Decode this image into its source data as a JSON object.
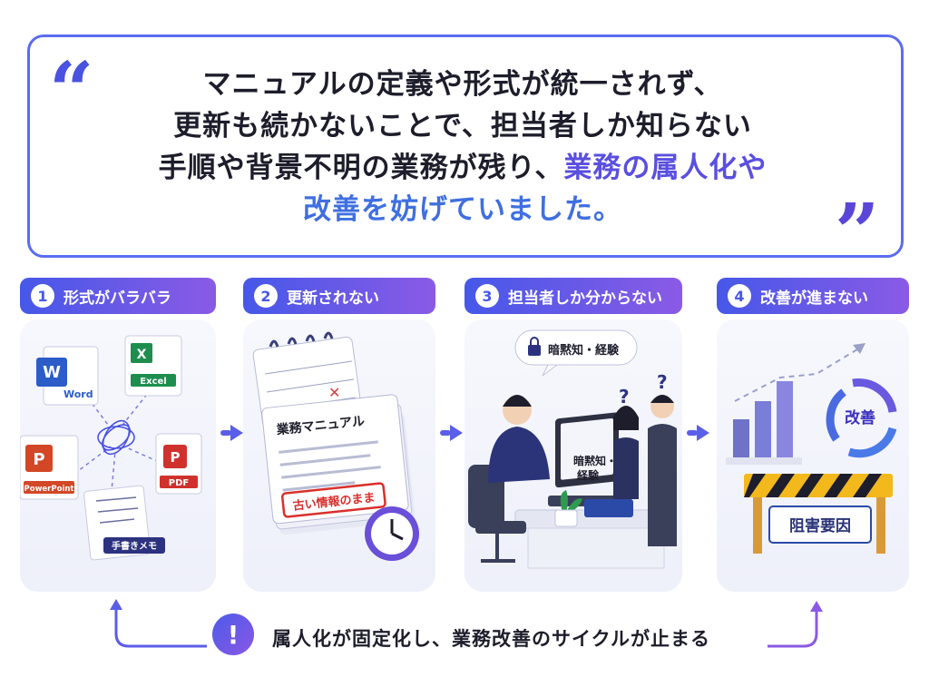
{
  "quote": {
    "line1": "マニュアルの定義や形式が統一されず、",
    "line2": "更新も続かないことで、担当者しか知らない",
    "line3_pre": "手順や背景不明の業務が残り、",
    "line3_hl": "業務の属人化や",
    "line4": "改善を妨げていました。"
  },
  "steps": [
    {
      "num": "1",
      "label": "形式がバラバラ",
      "icons": {
        "word": "Word",
        "excel": "Excel",
        "powerpoint": "PowerPoint",
        "pdf": "PDF",
        "memo": "手書きメモ"
      }
    },
    {
      "num": "2",
      "label": "更新されない",
      "doc_title": "業務マニュアル",
      "stamp": "古い情報のまま"
    },
    {
      "num": "3",
      "label": "担当者しか分からない",
      "bubble": "暗黙知・経験",
      "screen_line1": "暗黙知・",
      "screen_line2": "経験"
    },
    {
      "num": "4",
      "label": "改善が進まない",
      "cycle": "改善",
      "barrier": "阻害要因"
    }
  ],
  "bottom": {
    "warn": "!",
    "text": "属人化が固定化し、業務改善のサイクルが止まる"
  },
  "colors": {
    "accent": "#4a52e0",
    "accent2": "#8a5ae6"
  }
}
